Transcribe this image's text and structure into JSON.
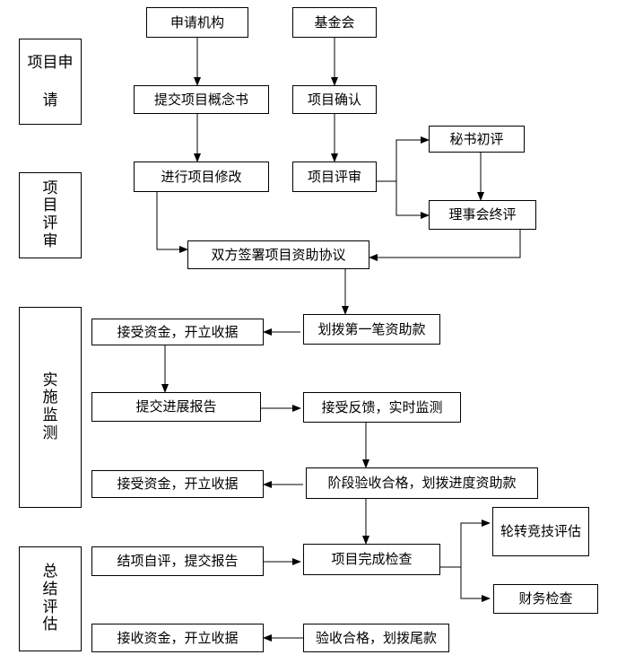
{
  "phases": {
    "apply": "项目申请",
    "review": "项目评审",
    "monitor": "实施监测",
    "evaluate": "总结评估"
  },
  "nodes": {
    "applicant": "申请机构",
    "foundation": "基金会",
    "submit_proposal": "提交项目概念书",
    "confirm_project": "项目确认",
    "revise_project": "进行项目修改",
    "project_review": "项目评审",
    "secretary_review": "秘书初评",
    "board_review": "理事会终评",
    "sign_agreement": "双方签署项目资助协议",
    "receive_funds_1": "接受资金，开立收据",
    "first_grant": "划拨第一笔资助款",
    "progress_report": "提交进展报告",
    "feedback_monitor": "接受反馈，实时监测",
    "receive_funds_2": "接受资金，开立收据",
    "stage_acceptance": "阶段验收合格，划拨进度资助款",
    "self_eval": "结项自评，提交报告",
    "completion_check": "项目完成检查",
    "rotation_eval": "轮转竞技评估",
    "financial_check": "财务检查",
    "receive_funds_3": "接收资金，开立收据",
    "final_payment": "验收合格，划拨尾款"
  },
  "edge_color": "#000000"
}
